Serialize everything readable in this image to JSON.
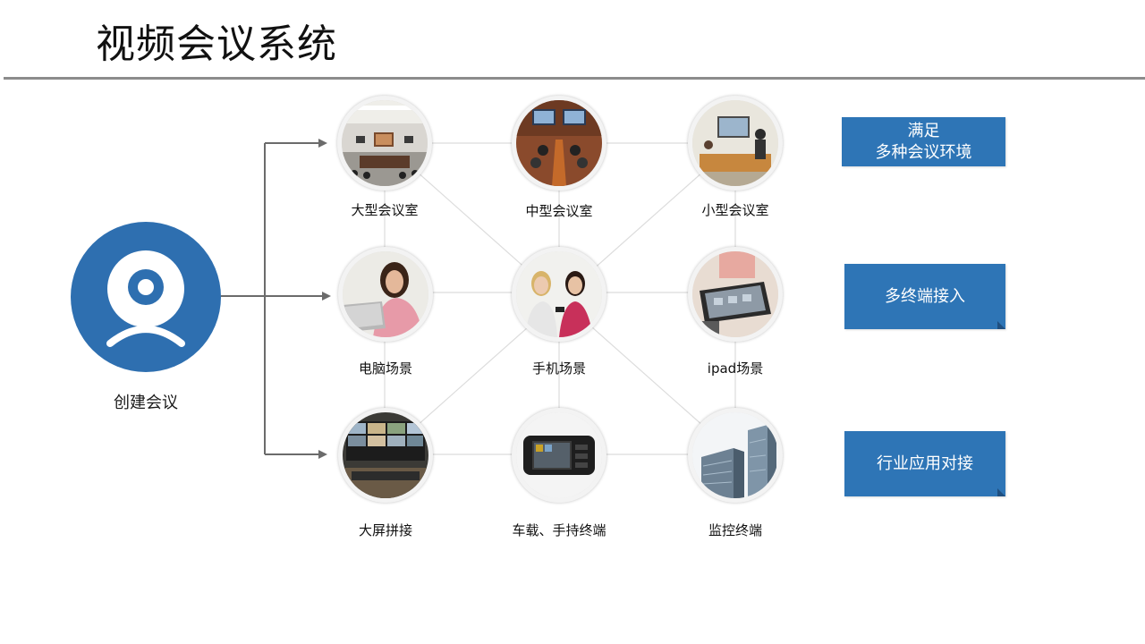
{
  "page": {
    "title": "视频会议系统"
  },
  "hub": {
    "label": "创建会议",
    "icon": "webcam-icon",
    "color": "#2e6fb0"
  },
  "nodes": [
    {
      "label": "大型会议室",
      "scene": "large-meeting-room"
    },
    {
      "label": "中型会议室",
      "scene": "medium-meeting-room"
    },
    {
      "label": "小型会议室",
      "scene": "small-meeting-room"
    },
    {
      "label": "电脑场景",
      "scene": "laptop-user"
    },
    {
      "label": "手机场景",
      "scene": "phone-users"
    },
    {
      "label": "ipad场景",
      "scene": "tablet-user"
    },
    {
      "label": "大屏拼接",
      "scene": "video-wall"
    },
    {
      "label": "车载、手持终端",
      "scene": "handheld-terminal"
    },
    {
      "label": "监控终端",
      "scene": "office-buildings"
    }
  ],
  "tags": [
    {
      "text": "满足\n多种会议环境"
    },
    {
      "text": "多终端接入"
    },
    {
      "text": "行业应用对接"
    }
  ],
  "colors": {
    "accent": "#2e75b6",
    "hub": "#2e6fb0",
    "rule": "#8c8c8c"
  }
}
